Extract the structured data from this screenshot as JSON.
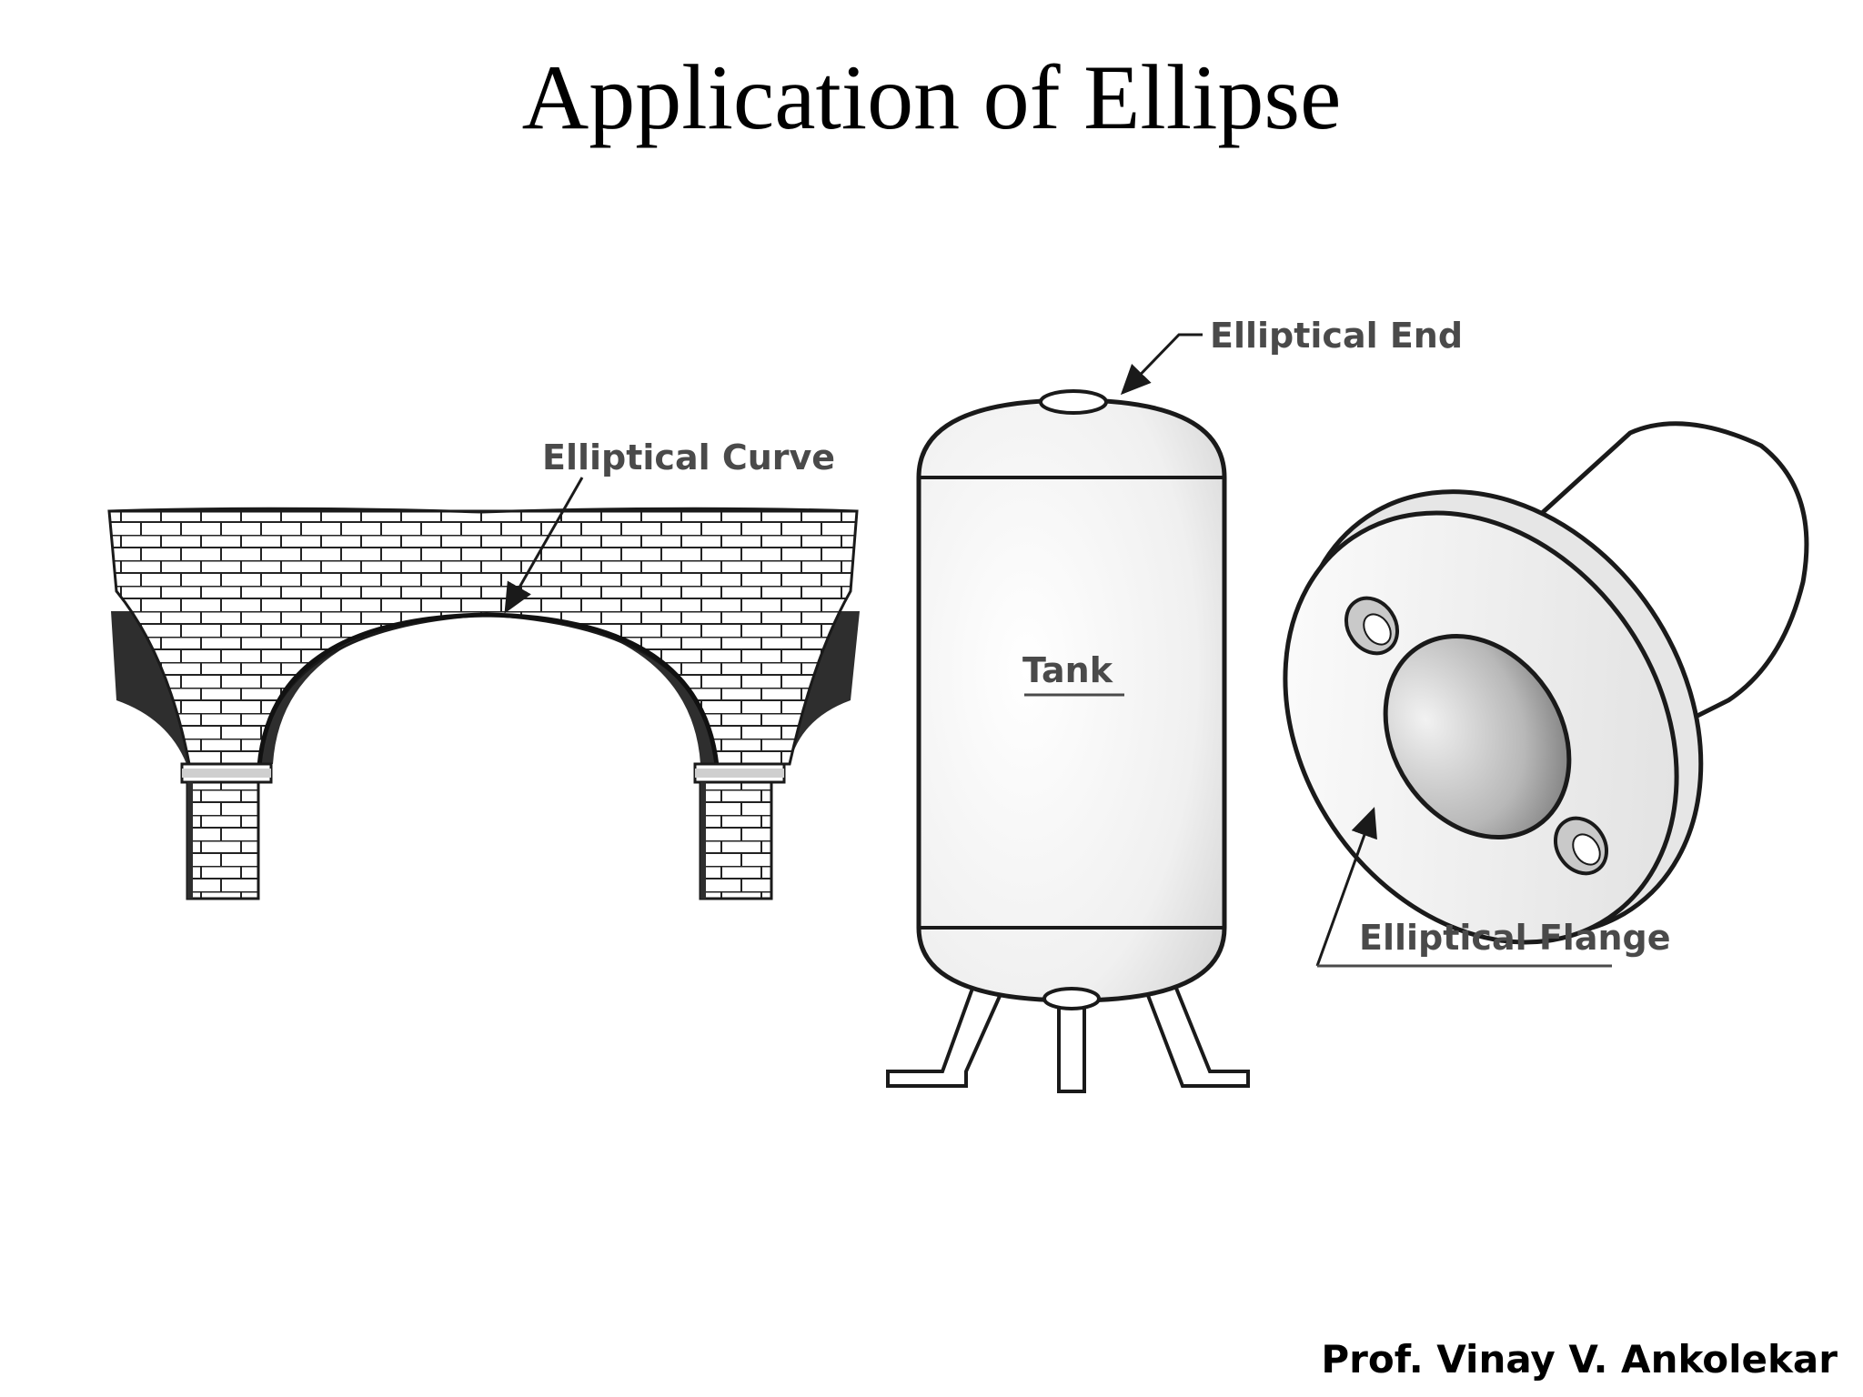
{
  "slide": {
    "title": "Application of Ellipse",
    "credit": "Prof. Vinay V. Ankolekar"
  },
  "labels": {
    "elliptical_curve": "Elliptical Curve",
    "elliptical_end": "Elliptical End",
    "tank": "Tank",
    "elliptical_flange": "Elliptical Flange"
  },
  "colors": {
    "ink": "#1a1a1a",
    "label": "#4a4a4a",
    "arch_shadow": "#2e2e2e"
  },
  "icons": [
    "brick-arch-illustration",
    "tank-illustration",
    "flange-illustration",
    "arrow-pointer"
  ]
}
